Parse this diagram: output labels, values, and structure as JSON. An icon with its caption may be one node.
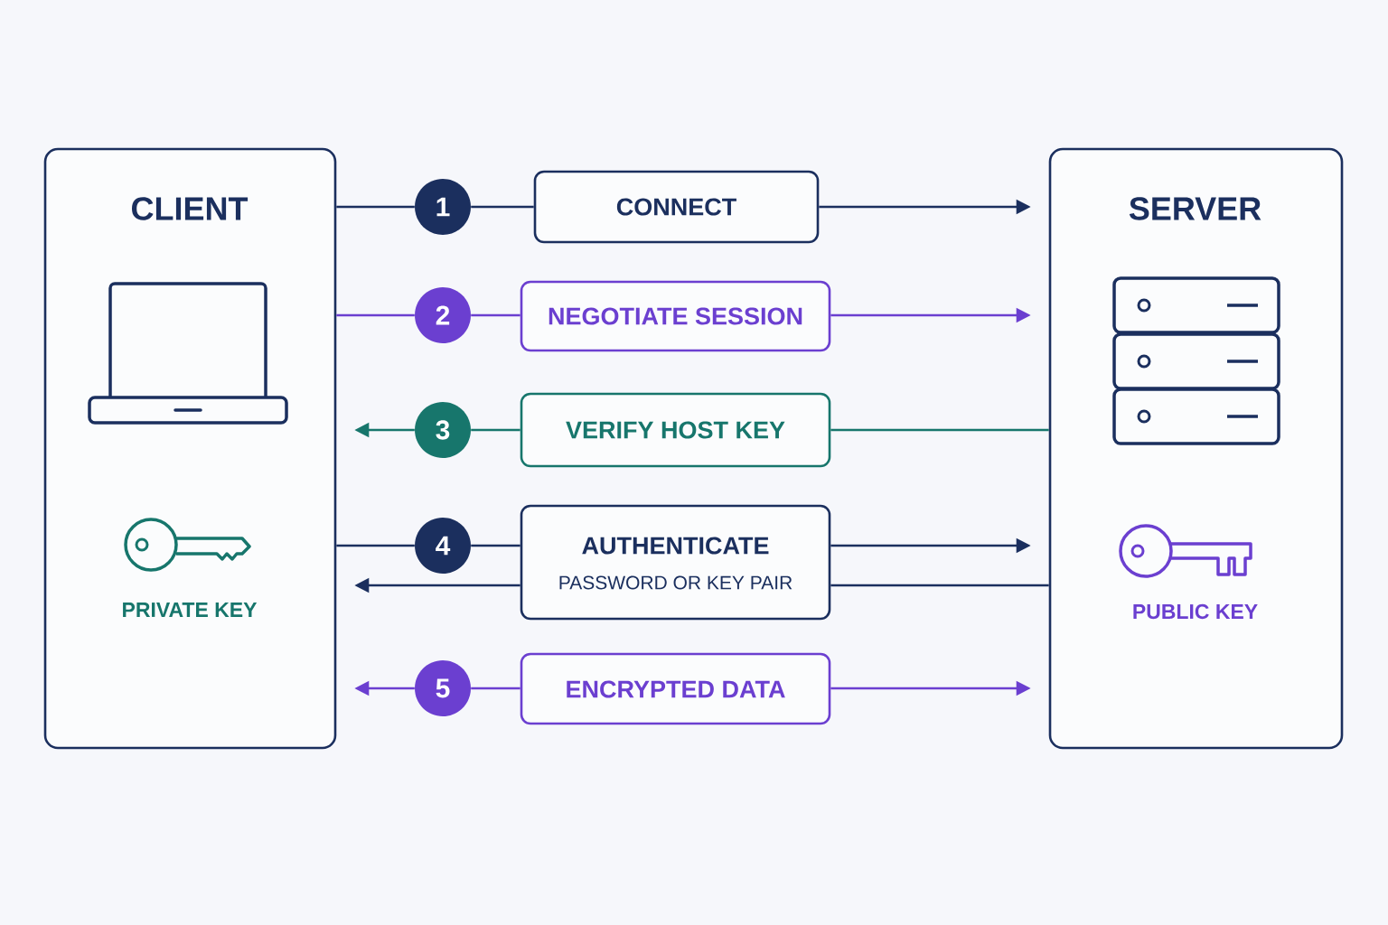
{
  "diagram": {
    "nodes": [
      {
        "text": [
          "CLIENT",
          "PRIVATE KEY"
        ]
      },
      {
        "text": [
          "SERVER",
          "PUBLIC KEY"
        ]
      },
      {
        "text": [
          "1"
        ]
      },
      {
        "text": [
          "2"
        ]
      },
      {
        "text": [
          "3"
        ]
      },
      {
        "text": [
          "4"
        ]
      },
      {
        "text": [
          "5"
        ]
      },
      {
        "text": [
          "CONNECT"
        ]
      },
      {
        "text": [
          "NEGOTIATE SESSION"
        ]
      },
      {
        "text": [
          "VERIFY HOST KEY"
        ]
      },
      {
        "text": [
          "AUTHENTICATE",
          "PASSWORD OR KEY PAIR"
        ]
      },
      {
        "text": [
          "ENCRYPTED DATA"
        ]
      }
    ],
    "edges": [
      {
        "from": 0,
        "to": 2,
        "arrow": "none"
      },
      {
        "from": 2,
        "to": 7,
        "arrow": "none"
      },
      {
        "from": 7,
        "to": 1,
        "arrow": "to"
      },
      {
        "from": 0,
        "to": 3,
        "arrow": "none",
        "color": "#6b3fd0"
      },
      {
        "from": 3,
        "to": 8,
        "arrow": "none",
        "color": "#6b3fd0"
      },
      {
        "from": 8,
        "to": 1,
        "arrow": "to",
        "color": "#6b3fd0"
      },
      {
        "from": 1,
        "to": 9,
        "arrow": "none",
        "color": "#17766c"
      },
      {
        "from": 9,
        "to": 4,
        "arrow": "none",
        "color": "#17766c"
      },
      {
        "from": 4,
        "to": 0,
        "arrow": "to",
        "color": "#17766c"
      },
      {
        "from": 0,
        "to": 5,
        "arrow": "none"
      },
      {
        "from": 5,
        "to": 10,
        "arrow": "none"
      },
      {
        "from": 10,
        "to": 1,
        "arrow": "to"
      },
      {
        "from": 1,
        "to": 10,
        "arrow": "none"
      },
      {
        "from": 10,
        "to": 0,
        "arrow": "to"
      },
      {
        "from": 6,
        "to": 0,
        "arrow": "to",
        "color": "#6b3fd0"
      },
      {
        "from": 6,
        "to": 11,
        "arrow": "none",
        "color": "#6b3fd0"
      },
      {
        "from": 11,
        "to": 1,
        "arrow": "to",
        "color": "#6b3fd0"
      }
    ]
  }
}
